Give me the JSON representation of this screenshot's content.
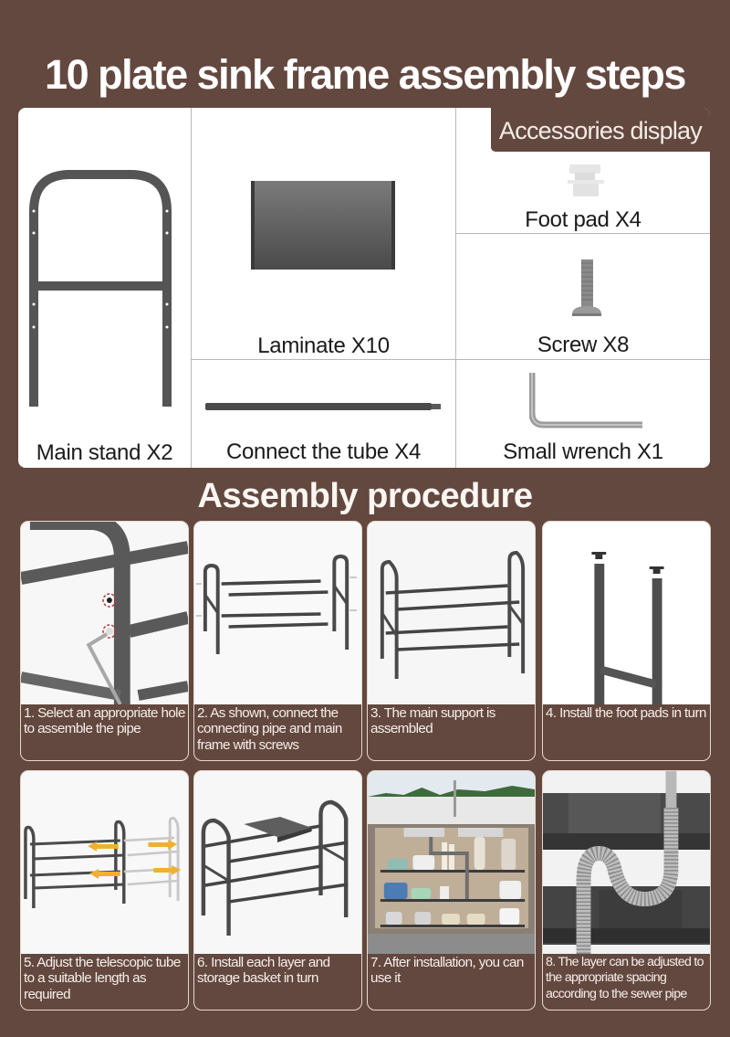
{
  "page": {
    "title": "10 plate sink frame assembly steps",
    "colors": {
      "background": "#634840",
      "panel": "#ffffff",
      "text_light": "#ffffff",
      "text_dark": "#1a1a1a",
      "metal": "#505050"
    }
  },
  "accessories": {
    "header": "Accessories display",
    "items": [
      {
        "label": "Main stand X2",
        "icon": "main-stand-frame"
      },
      {
        "label": "Laminate X10",
        "icon": "laminate-shelf-board"
      },
      {
        "label": "Foot pad X4",
        "icon": "foot-pad"
      },
      {
        "label": "Screw X8",
        "icon": "screw"
      },
      {
        "label": "Connect the tube X4",
        "icon": "connecting-tube"
      },
      {
        "label": "Small wrench X1",
        "icon": "hex-wrench"
      }
    ]
  },
  "procedure": {
    "title": "Assembly procedure",
    "steps": [
      {
        "number": 1,
        "caption": "1. Select an appropriate hole to assemble the pipe",
        "image": "closeup-wrench-in-frame-hole"
      },
      {
        "number": 2,
        "caption": "2. As shown, connect the connecting pipe and main frame with screws",
        "image": "exploded-frame-and-tubes"
      },
      {
        "number": 3,
        "caption": "3. The main support is assembled",
        "image": "assembled-frame"
      },
      {
        "number": 4,
        "caption": "4. Install the foot pads in turn",
        "image": "foot-pads-on-legs"
      },
      {
        "number": 5,
        "caption": "5. Adjust the telescopic tube to a suitable length as required",
        "image": "telescopic-adjustment-arrows"
      },
      {
        "number": 6,
        "caption": "6. Install each layer and storage basket in turn",
        "image": "shelf-board-placement"
      },
      {
        "number": 7,
        "caption": "7. After installation, you can use it",
        "image": "under-sink-cabinet-in-use"
      },
      {
        "number": 8,
        "caption": "8. The layer can be adjusted to the appropriate spacing according to the sewer pipe",
        "image": "shelves-around-drain-pipe"
      }
    ]
  }
}
